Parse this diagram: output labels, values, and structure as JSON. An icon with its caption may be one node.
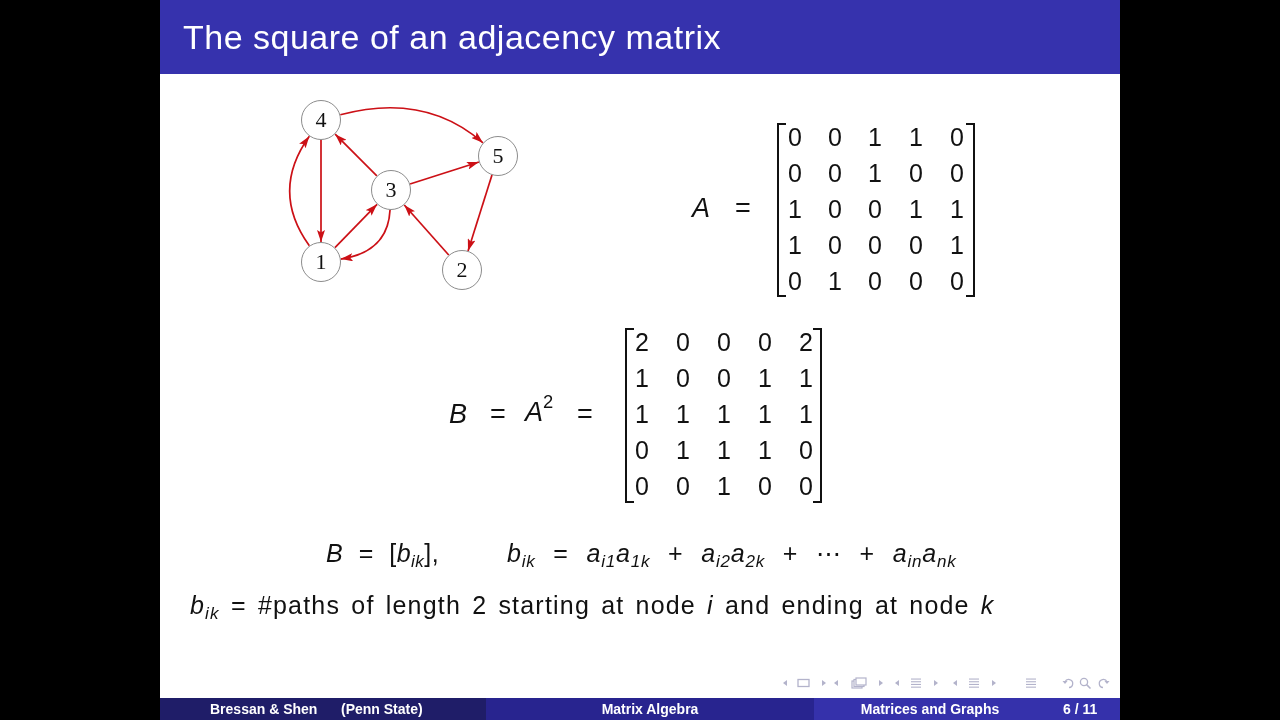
{
  "diagram": {
    "title": "The square of an adjacency matrix",
    "nodes": [
      {
        "text": [
          "4"
        ]
      },
      {
        "text": [
          "5"
        ]
      },
      {
        "text": [
          "3"
        ]
      },
      {
        "text": [
          "1"
        ]
      },
      {
        "text": [
          "2"
        ]
      }
    ],
    "edges": [
      {
        "from": 0,
        "to": 1,
        "arrow": "to"
      },
      {
        "from": 0,
        "to": 3,
        "arrow": "to"
      },
      {
        "from": 3,
        "to": 0,
        "arrow": "to"
      },
      {
        "from": 2,
        "to": 0,
        "arrow": "to"
      },
      {
        "from": 2,
        "to": 1,
        "arrow": "to"
      },
      {
        "from": 3,
        "to": 2,
        "arrow": "to"
      },
      {
        "from": 2,
        "to": 3,
        "arrow": "to"
      },
      {
        "from": 4,
        "to": 2,
        "arrow": "to"
      },
      {
        "from": 1,
        "to": 4,
        "arrow": "to"
      }
    ],
    "labels": [
      "A",
      "=",
      "0",
      "0",
      "1",
      "1",
      "0",
      "0",
      "0",
      "1",
      "0",
      "0",
      "1",
      "0",
      "0",
      "1",
      "1",
      "1",
      "0",
      "0",
      "0",
      "1",
      "0",
      "1",
      "0",
      "0",
      "0",
      "B",
      "=",
      "*A*$^{2}$",
      "=",
      "2",
      "0",
      "0",
      "0",
      "2",
      "1",
      "0",
      "0",
      "1",
      "1",
      "1",
      "1",
      "1",
      "1",
      "1",
      "0",
      "1",
      "1",
      "1",
      "0",
      "0",
      "0",
      "1",
      "0",
      "0",
      "*B* = [*b*$_{ik}$],",
      "*b*$_{ik}$ = *a*$_{i1}$*a*$_{1k}$ + *a*$_{i2}$*a*$_{2k}$ + ⋯ + *a*$_{in}$*a*$_{nk}$",
      "*b*$_{ik}$ = #paths of length 2 starting at node *i* and ending at node *k*",
      "Bressan & Shen",
      "(Penn State)",
      "Matrix Algebra",
      "Matrices and Graphs",
      "6 / 11"
    ]
  }
}
